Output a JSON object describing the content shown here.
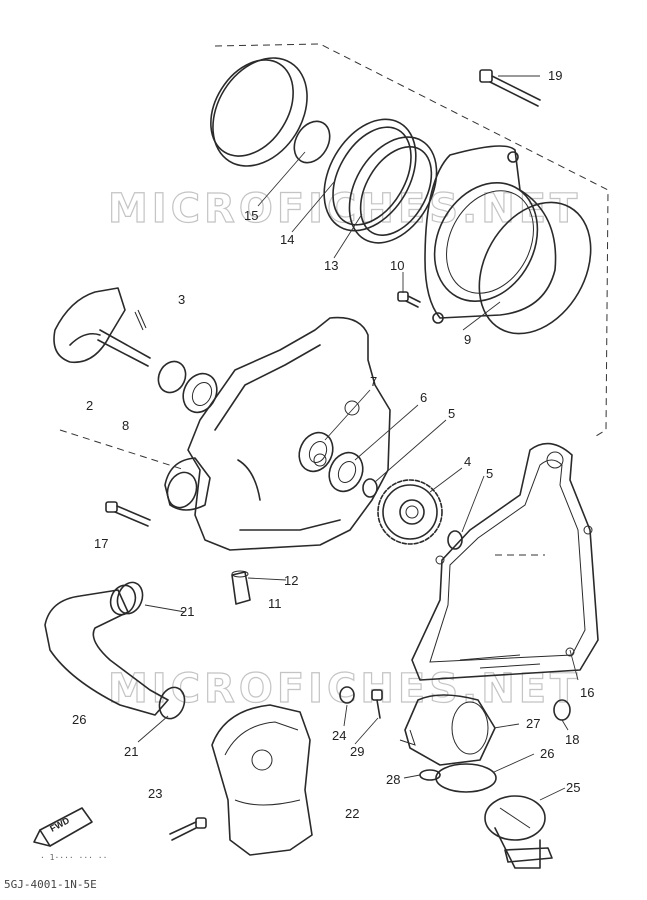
{
  "watermark": "MICROFICHES.NET",
  "fwd_label": "FWD",
  "footer_code": "5GJ-4001-1N-5E",
  "footer_small": "· 1···· ··· ··",
  "callouts": [
    "19",
    "15",
    "14",
    "13",
    "10",
    "9",
    "3",
    "2",
    "8",
    "7",
    "6",
    "5",
    "4",
    "5",
    "17",
    "12",
    "11",
    "21",
    "16",
    "26",
    "21",
    "24",
    "29",
    "27",
    "18",
    "26",
    "28",
    "25",
    "23",
    "22"
  ]
}
